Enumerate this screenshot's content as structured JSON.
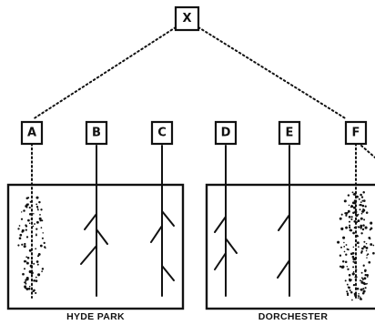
{
  "root": {
    "label": "X"
  },
  "nodes": [
    {
      "id": "a",
      "label": "A",
      "style": "dotted-leafy"
    },
    {
      "id": "b",
      "label": "B",
      "style": "branched"
    },
    {
      "id": "c",
      "label": "C",
      "style": "branched"
    },
    {
      "id": "d",
      "label": "D",
      "style": "branched"
    },
    {
      "id": "e",
      "label": "E",
      "style": "branched"
    },
    {
      "id": "f",
      "label": "F",
      "style": "dotted-leafy"
    }
  ],
  "pens": [
    {
      "label": "HYDE PARK"
    },
    {
      "label": "DORCHESTER"
    }
  ]
}
